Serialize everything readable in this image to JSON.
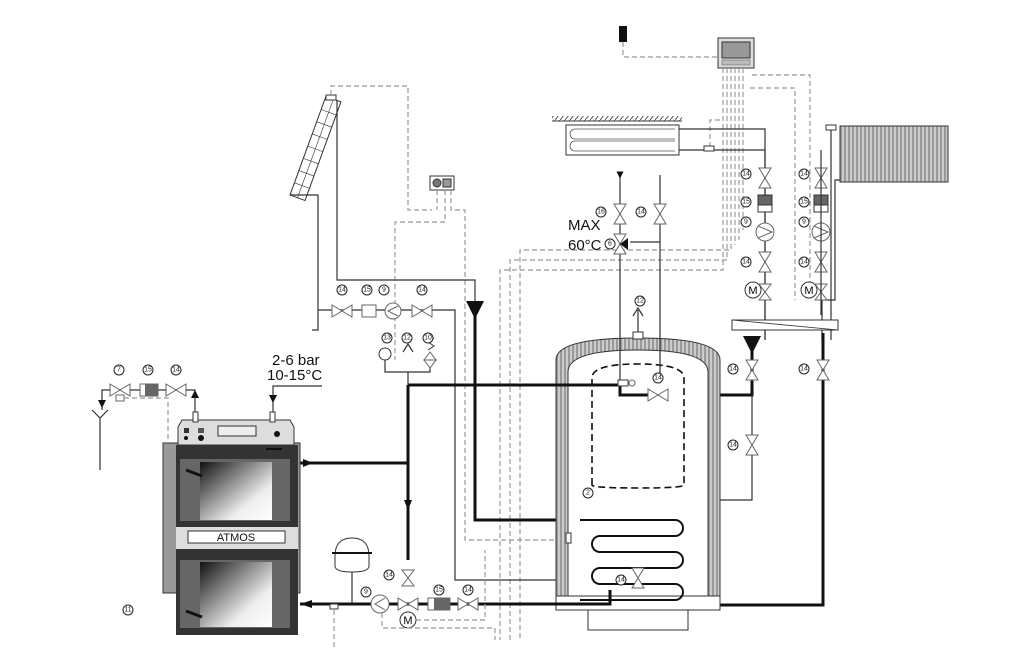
{
  "diagram": {
    "title": "Heating system schematic with ATMOS boiler, solar collector and storage tank",
    "boiler": {
      "brand_label": "ATMOS",
      "id_label": "11"
    },
    "inlet_spec": {
      "pressure": "2-6 bar",
      "temperature": "10-15°C"
    },
    "dhw_mixing": {
      "line1": "MAX",
      "line2": "60°C",
      "valve_label": "6"
    },
    "tank_label": "2",
    "labels": {
      "drain_valve": "7",
      "filter_top_left": "15",
      "valve_top_left": "14",
      "manometer": "13",
      "air_vent": "12",
      "safety_valve": "10",
      "solar_valve_1": "14",
      "solar_filter": "15",
      "solar_pump": "9",
      "solar_valve_2": "14",
      "dhw_valve_left": "16",
      "dhw_valve_right": "14",
      "tank_air_vent": "12",
      "tank_inner_valve": "14",
      "circuit1_valve_top": "14",
      "circuit1_filter": "15",
      "circuit1_pump": "9",
      "circuit1_valve_bottom": "14",
      "circuit2_valve_top": "14",
      "circuit2_filter": "15",
      "circuit2_pump": "9",
      "circuit2_valve_bottom": "14",
      "dist_valve_left": "14",
      "dist_valve_right": "14",
      "tank_mid_valve": "14",
      "coil_valve": "14",
      "return_valve": "14",
      "boiler_pump": "9",
      "return_filter": "15",
      "return_valve_2": "14",
      "motor_label": "M"
    }
  }
}
